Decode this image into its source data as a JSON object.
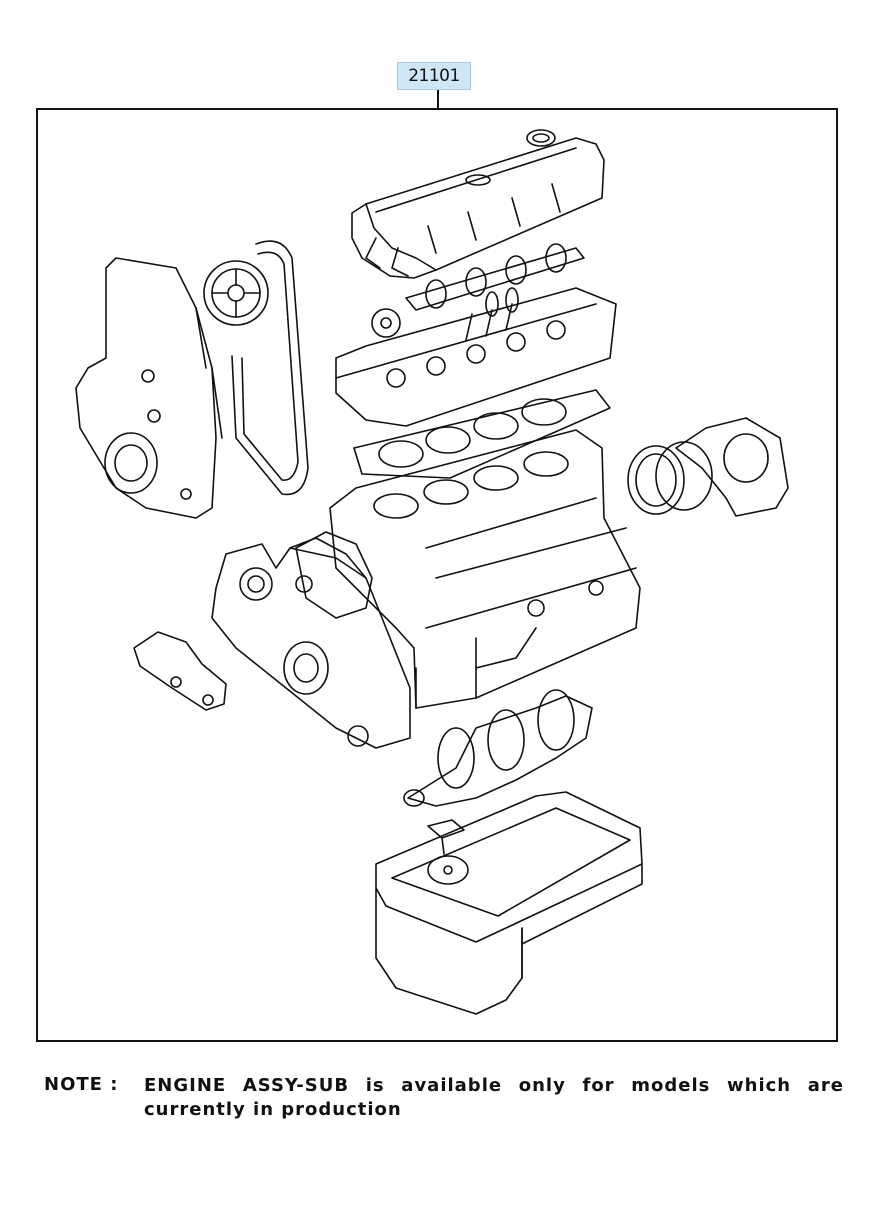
{
  "callout": {
    "part_number": "21101"
  },
  "note": {
    "label": "NOTE :",
    "line1": "ENGINE ASSY-SUB is available only for models which are",
    "line2": "currently in production"
  }
}
